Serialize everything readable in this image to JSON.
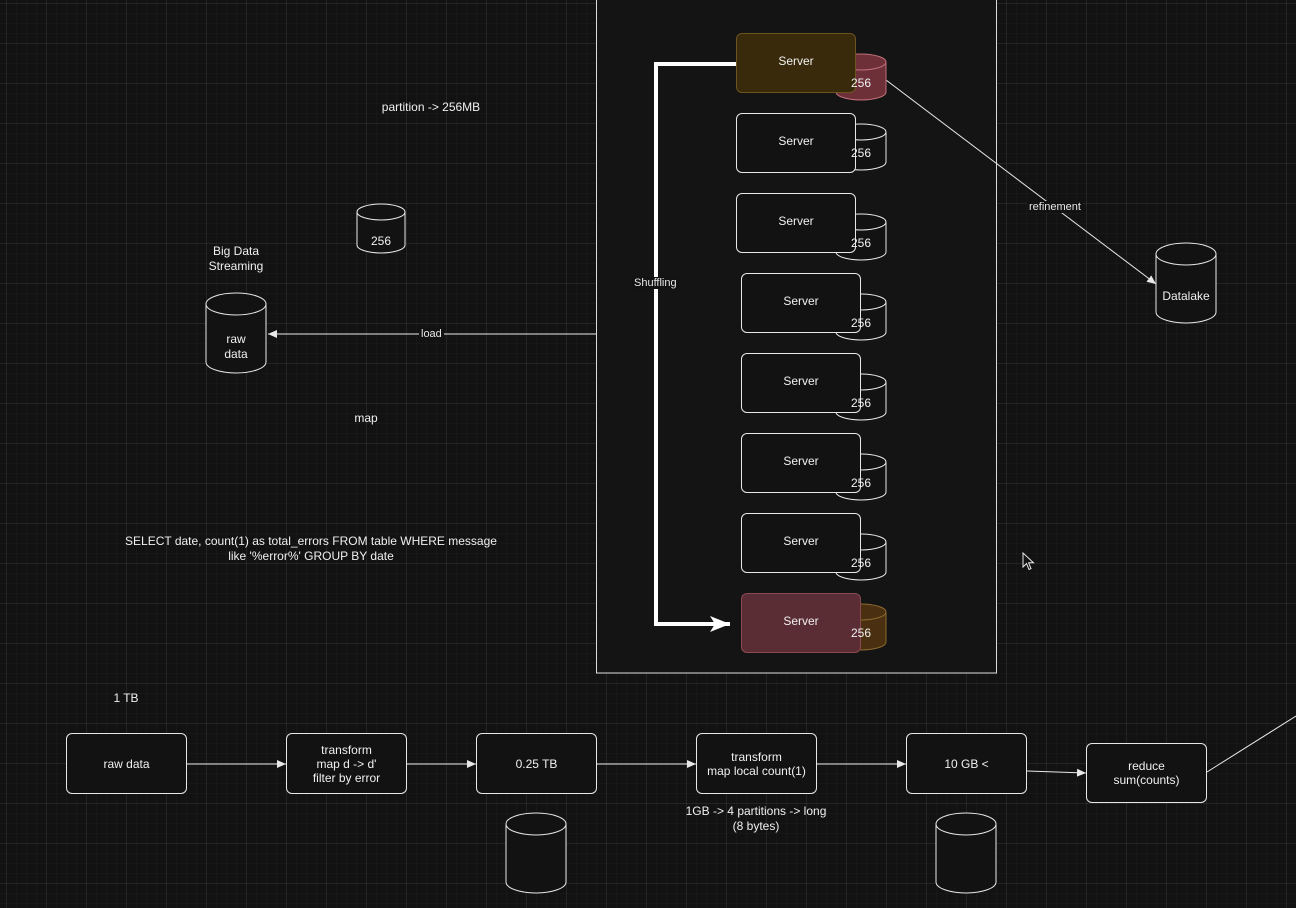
{
  "notes": {
    "partition": "partition -> 256MB",
    "big_data_streaming": "Big Data\nStreaming",
    "map": "map",
    "sql_query": "SELECT date, count(1) as total_errors FROM table WHERE message\nlike '%error%' GROUP BY date",
    "one_tb": "1 TB",
    "partitions_note": "1GB ->  4 partitions ->  long\n(8 bytes)"
  },
  "cylinders": {
    "small_256": "256",
    "raw_data": "raw\ndata",
    "datalake": "Datalake"
  },
  "edge_labels": {
    "load": "load",
    "shuffling": "Shuffling",
    "refinement": "refinement"
  },
  "servers": [
    {
      "label": "Server",
      "disk": "256"
    },
    {
      "label": "Server",
      "disk": "256"
    },
    {
      "label": "Server",
      "disk": "256"
    },
    {
      "label": "Server",
      "disk": "256"
    },
    {
      "label": "Server",
      "disk": "256"
    },
    {
      "label": "Server",
      "disk": "256"
    },
    {
      "label": "Server",
      "disk": "256"
    },
    {
      "label": "Server",
      "disk": "256"
    }
  ],
  "pipeline": {
    "raw_data": "raw data",
    "transform1": "transform\nmap d -> d'\nfilter by  error",
    "quarter_tb": "0.25 TB",
    "transform2": "transform\nmap local count(1)",
    "ten_gb": "10 GB <",
    "reduce": "reduce\nsum(counts)"
  },
  "colors": {
    "background": "#121212",
    "stroke": "#e8e8e8",
    "highlight_top_fill": "#3a2a0c",
    "highlight_bottom_fill": "#5a2c34",
    "disk_red_fill": "#6e3038",
    "disk_orange_fill": "#4a3010"
  }
}
